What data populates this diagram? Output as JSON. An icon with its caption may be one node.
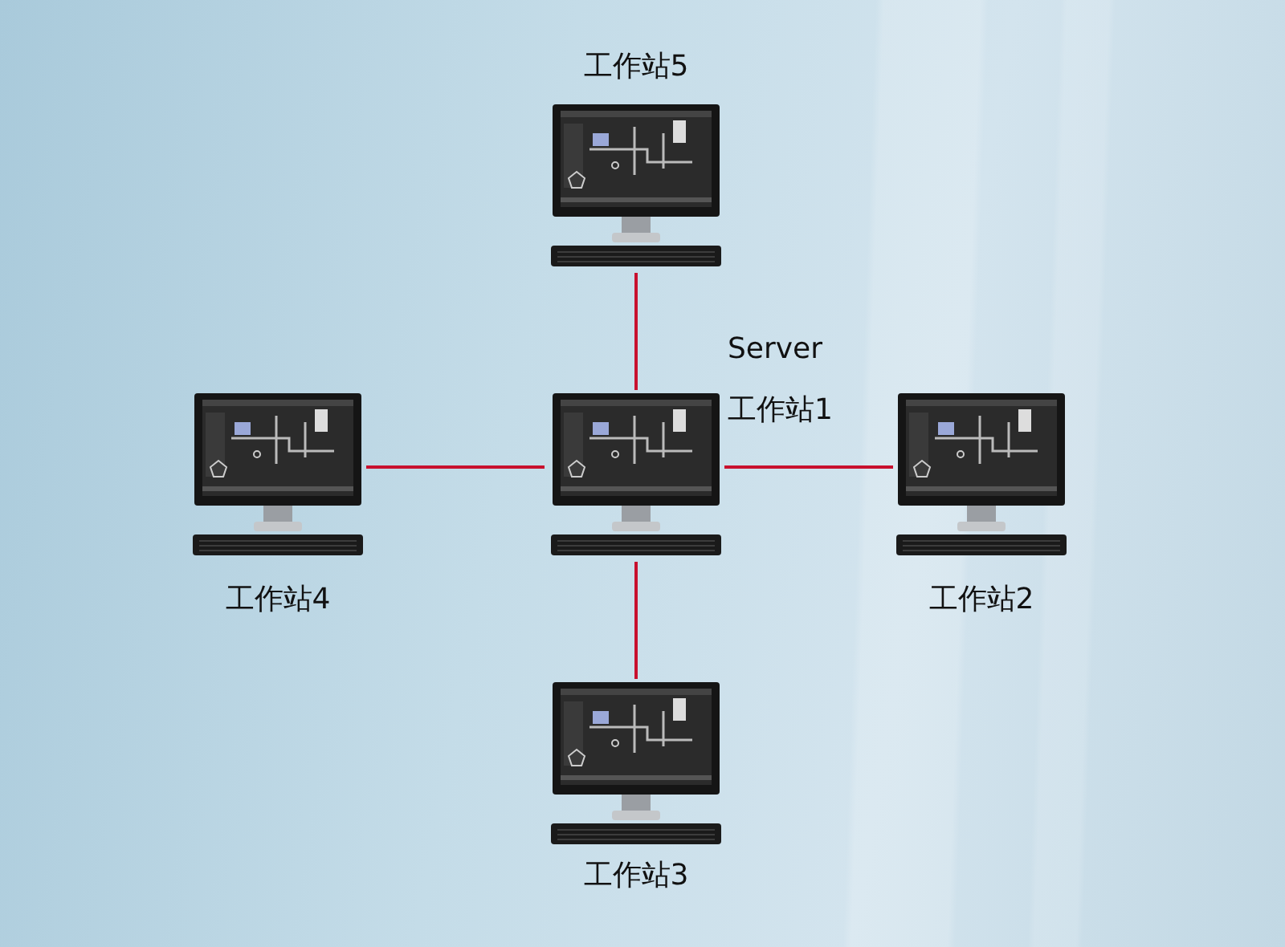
{
  "diagram": {
    "nodes": [
      {
        "text": [
          "工作站5"
        ]
      },
      {
        "text": [
          "工作站4"
        ]
      },
      {
        "text": [
          "Server",
          "工作站1"
        ]
      },
      {
        "text": [
          "工作站2"
        ]
      },
      {
        "text": [
          "工作站3"
        ]
      }
    ],
    "edges": [
      {
        "from": 2,
        "to": 0,
        "arrow": "none",
        "color": "#c8102e"
      },
      {
        "from": 2,
        "to": 1,
        "arrow": "none",
        "color": "#c8102e"
      },
      {
        "from": 2,
        "to": 3,
        "arrow": "none",
        "color": "#c8102e"
      },
      {
        "from": 2,
        "to": 4,
        "arrow": "none",
        "color": "#c8102e"
      }
    ]
  }
}
